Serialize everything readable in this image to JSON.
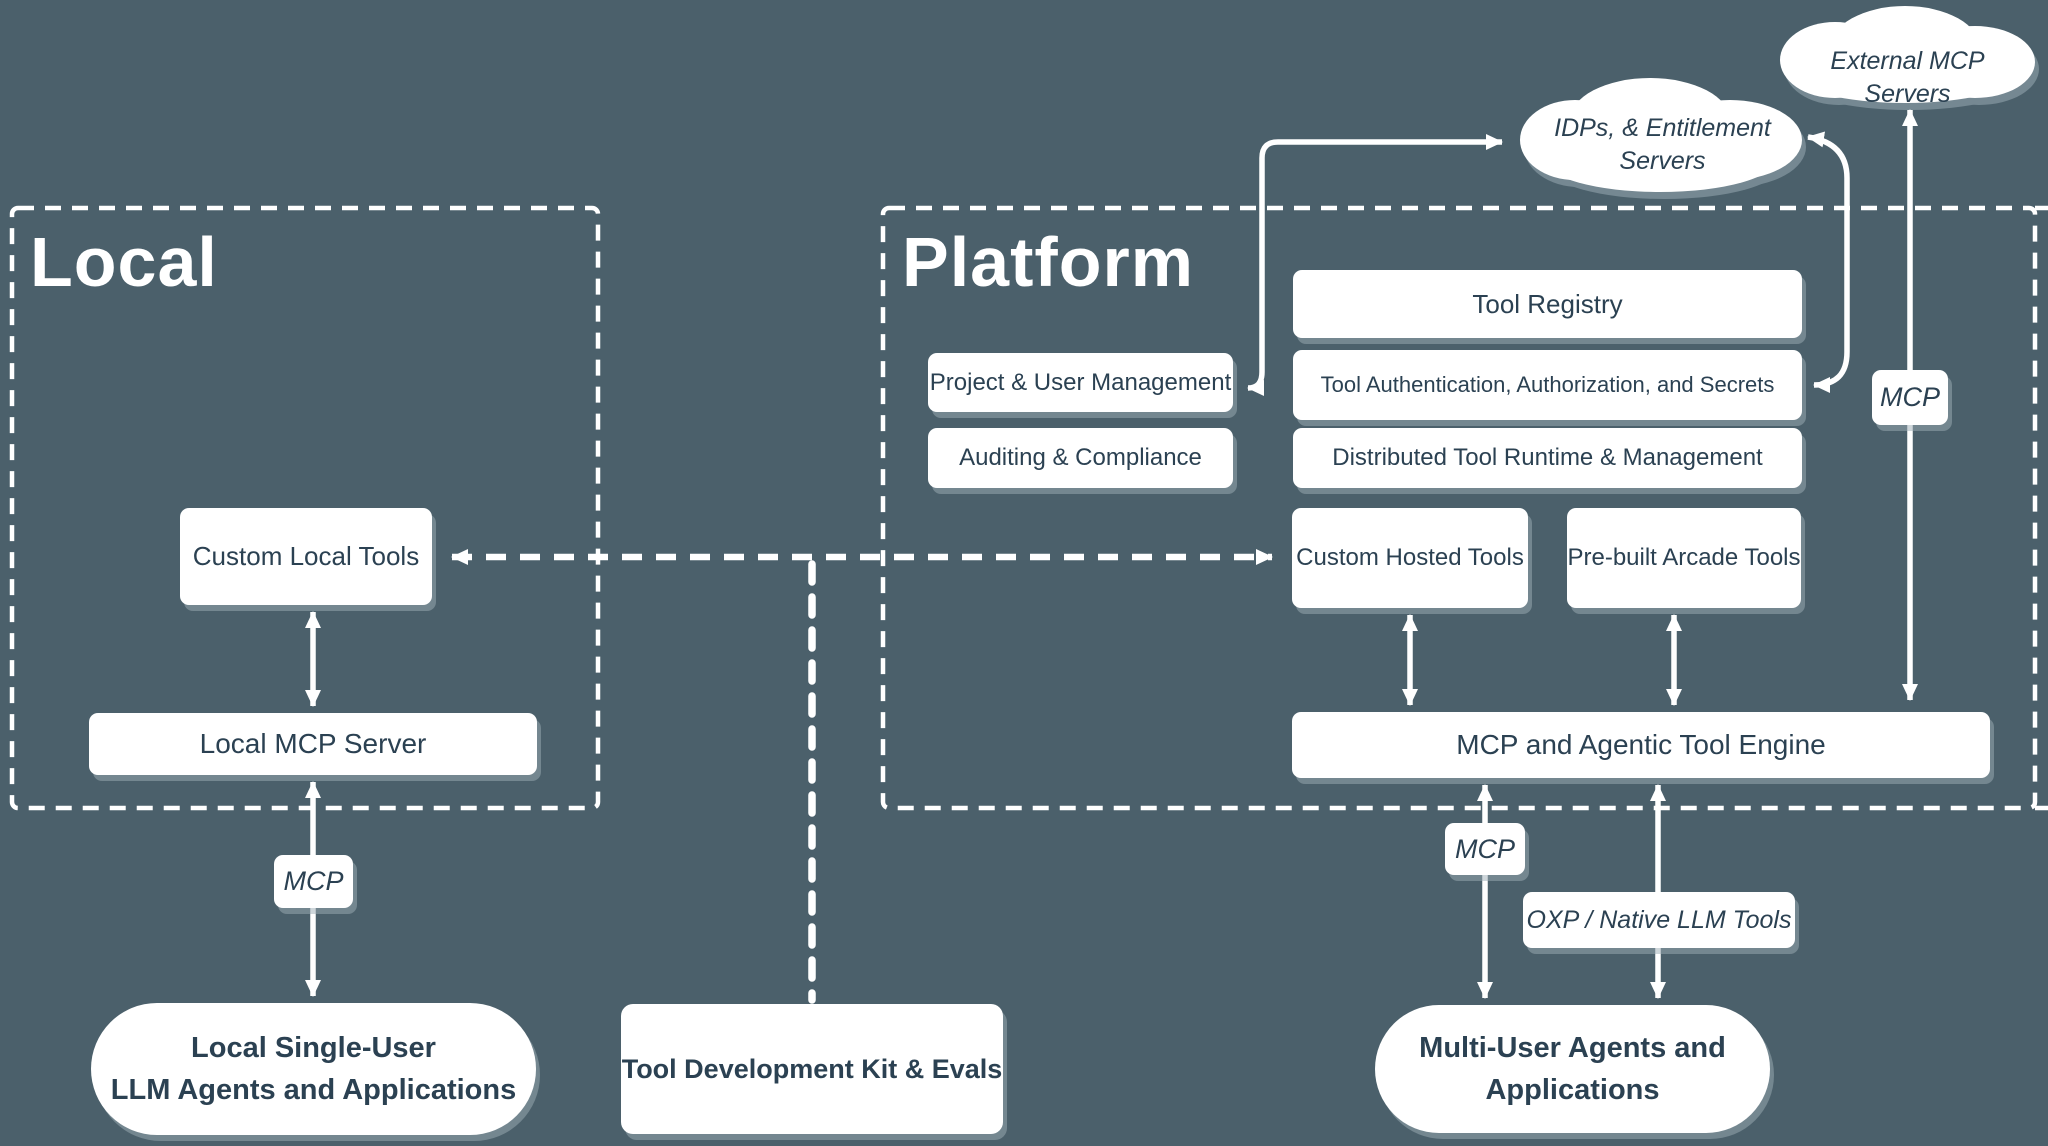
{
  "colors": {
    "background": "#4b606b",
    "ink": "#2b4152",
    "line": "#ffffff"
  },
  "regions": {
    "local_title": "Local",
    "platform_title": "Platform"
  },
  "clouds": {
    "external_mcp": {
      "label": "External MCP Servers"
    },
    "idps": {
      "line1": "IDPs, & Entitlement",
      "line2": "Servers"
    }
  },
  "local_nodes": {
    "custom_local_tools": "Custom Local Tools",
    "local_mcp_server": "Local MCP Server"
  },
  "platform_nodes": {
    "tool_registry": "Tool Registry",
    "project_user_management": "Project & User Management",
    "tool_auth": "Tool Authentication, Authorization, and Secrets",
    "auditing_compliance": "Auditing & Compliance",
    "distributed_runtime": "Distributed Tool Runtime & Management",
    "custom_hosted_tools": "Custom Hosted Tools",
    "prebuilt_arcade_tools": "Pre-built Arcade Tools",
    "engine": "MCP and Agentic Tool Engine"
  },
  "edge_labels": {
    "mcp_local": "MCP",
    "mcp_external": "MCP",
    "mcp_bottom": "MCP",
    "oxp": "OXP / Native LLM Tools"
  },
  "bottom_nodes": {
    "local_agents_line1": "Local Single-User",
    "local_agents_line2": "LLM Agents and Applications",
    "tool_dev_kit": "Tool Development Kit & Evals",
    "multi_user_line1": "Multi-User Agents and",
    "multi_user_line2": "Applications"
  }
}
